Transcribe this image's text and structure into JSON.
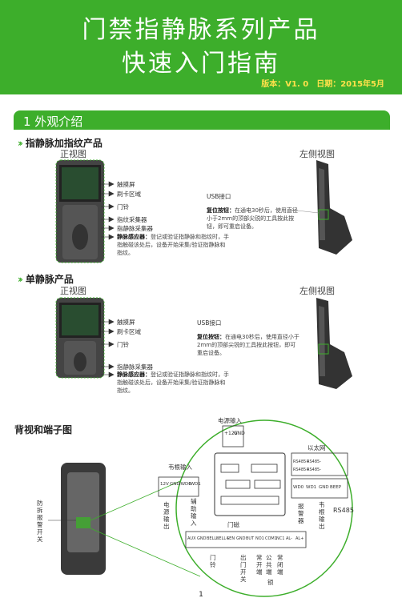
{
  "header": {
    "title_line1": "门禁指静脉系列产品",
    "title_line2": "快速入门指南",
    "version": "版本：V1. 0",
    "date": "日期：2015年5月",
    "bg_color": "#3dae2b",
    "meta_color": "#ffe14a"
  },
  "section1": {
    "title": "1 外观介绍"
  },
  "product1": {
    "heading": "指静脉加指纹产品",
    "front_label": "正视图",
    "side_label": "左侧视图",
    "callouts": [
      "触摸屏",
      "刷卡区域",
      "门铃",
      "指纹采集器",
      "指静脉采集器"
    ],
    "sensor_title": "静脉感应器：",
    "sensor_desc": "登记或验证指静脉和指纹时，手指触碰该处后，设备开始采集/验证指静脉和指纹。",
    "usb": "USB接口",
    "reset_title": "复位按钮：",
    "reset_desc": "在通电30秒后，使用直径小于2mm的顶部尖锐的工具按此按钮，即可重启设备。"
  },
  "product2": {
    "heading": "单静脉产品",
    "front_label": "正视图",
    "side_label": "左侧视图",
    "callouts": [
      "触摸屏",
      "刷卡区域",
      "门铃",
      "指静脉采集器"
    ],
    "sensor_title": "静脉感应器：",
    "sensor_desc": "登记或验证指静脉和指纹时，手指触碰该处后，设备开始采集/验证指静脉和指纹。",
    "usb": "USB接口",
    "reset_title": "复位按钮：",
    "reset_desc": "在通电30秒后，使用直径小于2mm的顶部尖锐的工具按此按钮，即可重启设备。"
  },
  "back": {
    "heading": "背视和端子图",
    "tamper": "防拆报警开关",
    "power_in": "电源输入",
    "power_pins": [
      "+12V",
      "GND"
    ],
    "weigen_in": "韦根输入",
    "weigen_in_pins": [
      "12V",
      "GND",
      "IWD0",
      "IWD1"
    ],
    "power_out": "电源输出",
    "aux_in": "辅助输入",
    "door_mag": "门磁",
    "ethernet": "以太网",
    "rs485_pins": [
      "RS485+",
      "RS485-",
      "RS485+",
      "RS485-"
    ],
    "weigen_out_pins": [
      "WD0",
      "WD1",
      "GND",
      "BEEP"
    ],
    "weigen_out": "韦根输出",
    "alarm": "报警器",
    "rs485": "RS485",
    "bottom_pins": [
      "AUX",
      "GND",
      "BELL-",
      "BELL+",
      "SEN",
      "GND",
      "BUT",
      "NO1",
      "COM1",
      "NC1",
      "AL-",
      "AL+"
    ],
    "bell": "门铃",
    "exit_btn": "出门开关",
    "nc": "常开端",
    "com": "公共端",
    "no": "常闭端",
    "lock": "锁"
  },
  "page_number": "1"
}
